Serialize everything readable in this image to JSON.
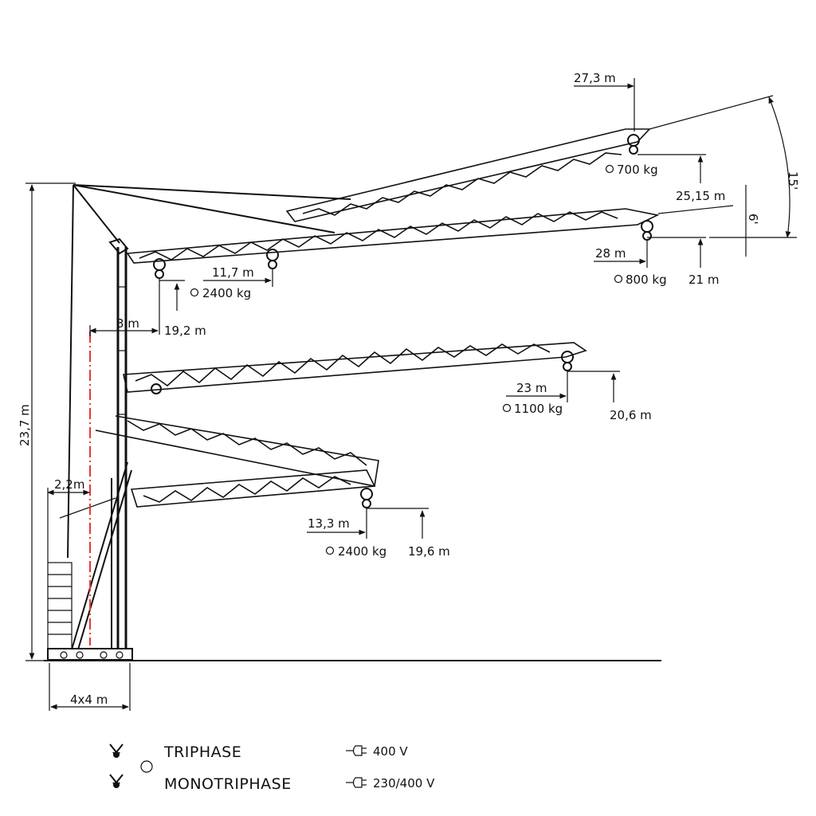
{
  "labels": {
    "jib_high_reach": "27,3 m",
    "jib_high_load": "700 kg",
    "jib_high_height": "25,15 m",
    "angle_15": "15'",
    "angle_6": "6'",
    "jib_main_reach": "28 m",
    "jib_main_load": "800 kg",
    "jib_main_height": "21 m",
    "inner_reach": "11,7 m",
    "inner_load": "2400 kg",
    "inner_height": "19,2 m",
    "offset_3m": "3 m",
    "jib_mid_reach": "23 m",
    "jib_mid_load": "1100 kg",
    "jib_mid_height": "20,6 m",
    "jib_low_reach": "13,3 m",
    "jib_low_load": "2400 kg",
    "jib_low_height": "19,6 m",
    "total_height": "23,7 m",
    "counterjib": "2,2m",
    "base": "4x4 m"
  },
  "legend": {
    "triphase": "TRIPHASE",
    "monotriphase": "MONOTRIPHASE",
    "voltage_tri": "400 V",
    "voltage_mono": "230/400 V",
    "icons": [
      "hook-pulley-icon",
      "circle-icon",
      "plug-icon"
    ]
  },
  "colors": {
    "line": "#111111",
    "axis": "#e53935"
  }
}
